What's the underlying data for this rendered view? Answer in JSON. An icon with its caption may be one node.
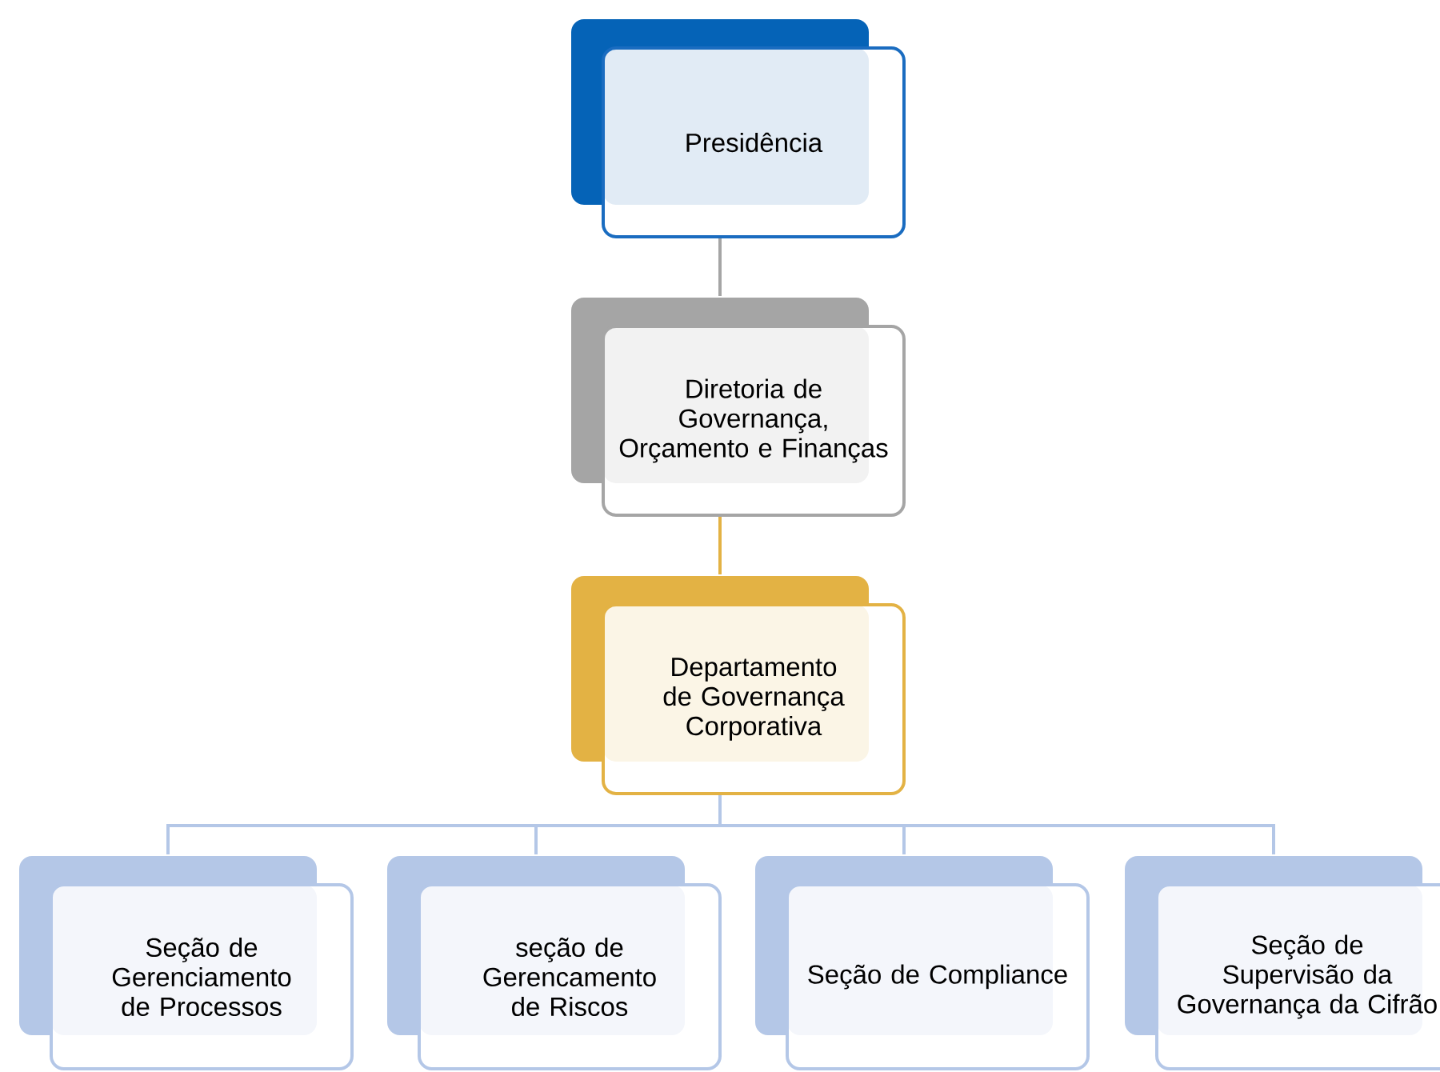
{
  "diagram": {
    "nodes": [
      {
        "text": [
          "Presidência"
        ]
      },
      {
        "text": [
          "Diretoria de Governança, Orçamento e Finanças"
        ]
      },
      {
        "text": [
          "Departamento de Governança Corporativa"
        ]
      },
      {
        "text": [
          "Seção de Gerenciamento de Processos"
        ]
      },
      {
        "text": [
          "seção de Gerencamento de Riscos"
        ]
      },
      {
        "text": [
          "Seção de Compliance"
        ]
      },
      {
        "text": [
          "Seção de Supervisão da Governança da Cifrão"
        ]
      }
    ],
    "edges": [
      {
        "from": 0,
        "to": 1,
        "arrow": "none",
        "color": "#a5a5a5"
      },
      {
        "from": 1,
        "to": 2,
        "arrow": "none",
        "color": "#e3b244"
      },
      {
        "from": 2,
        "to": 3,
        "arrow": "none"
      },
      {
        "from": 2,
        "to": 4,
        "arrow": "none"
      },
      {
        "from": 2,
        "to": 5,
        "arrow": "none"
      },
      {
        "from": 2,
        "to": 6,
        "arrow": "none"
      }
    ]
  }
}
